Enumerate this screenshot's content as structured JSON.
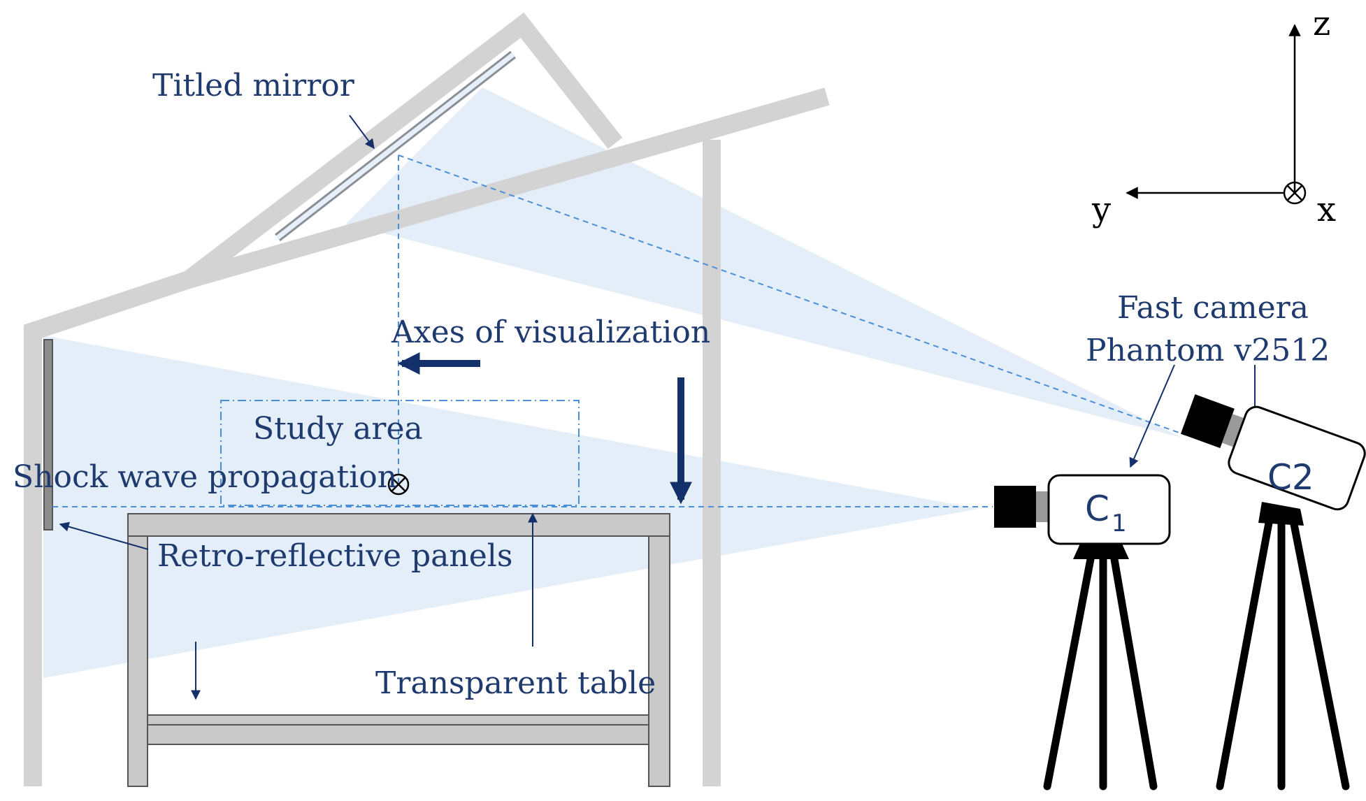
{
  "labels": {
    "mirror": "Titled mirror",
    "axes_of_visualization": "Axes of visualization",
    "study_area": "Study area",
    "shock_wave": "Shock wave propagation",
    "retro_panels": "Retro-reflective panels",
    "table": "Transparent table",
    "camera_line1": "Fast camera",
    "camera_line2": "Phantom v2512"
  },
  "axes": {
    "z": "z",
    "y": "y",
    "x": "x"
  },
  "cameras": {
    "c1_letter": "C",
    "c1_sub": "1",
    "c2": "C2"
  },
  "colors": {
    "structure": "#d3d3d3",
    "beam": "#dbe8f6",
    "dash": "#4a8fd8",
    "text": "#1f3a6e",
    "arrow": "#14306a",
    "table": "#c9c9c9",
    "camera": "#000000"
  }
}
